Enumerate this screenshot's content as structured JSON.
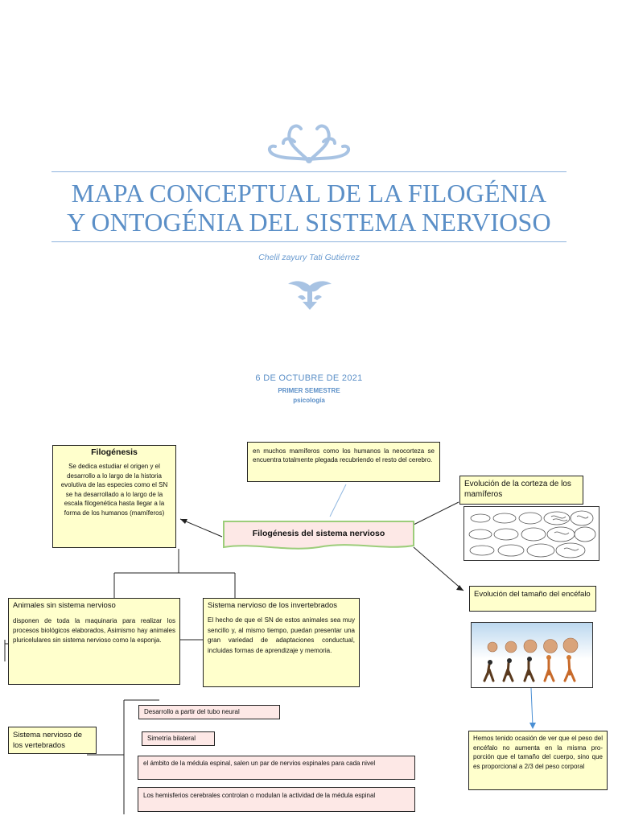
{
  "cover": {
    "title_line1": "MAPA CONCEPTUAL DE LA FILOGÉNIA",
    "title_line2": "Y ONTOGÉNIA DEL SISTEMA NERVIOSO",
    "author": "Chelil zayury Tati Gutiérrez",
    "date": "6 DE OCTUBRE DE 2021",
    "semester": "PRIMER SEMESTRE",
    "subject": "psicología",
    "accent_color": "#5b8fc7"
  },
  "map": {
    "center_node": "Filogénesis del sistema nervioso",
    "filogenesis": {
      "heading": "Filogénesis",
      "body": "Se dedica estudiar el origen y el desarrollo a lo largo de la historia evolutiva de las especies como el SN se ha desarrollado a lo largo de la escala filogenética hasta llegar a la forma de los humanos (mamíferos)"
    },
    "neocortex_note": "en muchos mamíferos como los humanos la neocorteza se encuentra totalmente plegada recubriendo el resto del cerebro.",
    "corteza_label": "Evolución de la corteza de los mamíferos",
    "tamano_label": "Evolución del tamaño del encéfalo",
    "peso_note": "Hemos tenido ocasión de ver que el peso del encéfalo no aumenta en la misma pro-porción que el tamaño del cuerpo, sino que es proporcional a 2/3 del peso corporal",
    "animales_sin": {
      "heading": "Animales sin sistema nervioso",
      "body": "disponen de toda la maquinaria para realizar los procesos biológicos elaborados, Asimismo hay animales pluricelulares sin sistema nervioso como la esponja."
    },
    "invertebrados": {
      "heading": "Sistema nervioso de los invertebrados",
      "body": "El hecho de que el SN de estos animales sea muy sencillo y, al mismo tiempo, puedan presentar una gran variedad de adaptaciones conductual, incluidas formas de aprendizaje y memoria."
    },
    "vertebrados_label": "Sistema nervioso de los vertebrados",
    "vertebrados_items": [
      "Desarrollo a partir del tubo neural",
      "Simetría bilateral",
      "el ámbito de la médula espinal, salen un par de nervios espinales para cada nivel",
      "Los hemisferios cerebrales controlan o modulan la actividad de la médula espinal"
    ]
  }
}
